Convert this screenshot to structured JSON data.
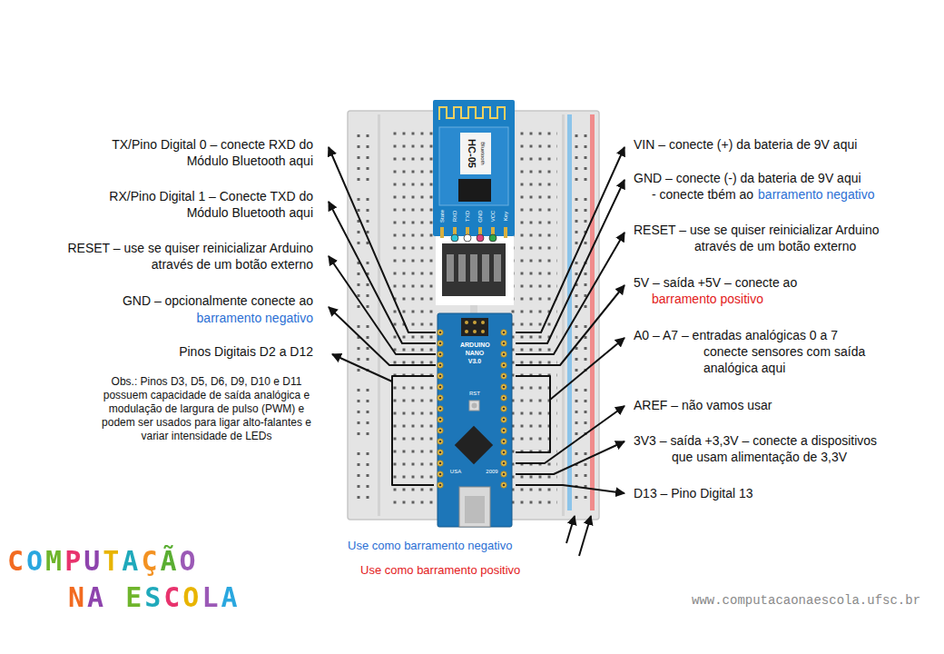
{
  "diagram": {
    "nodes": [
      {
        "text": [
          "HC-05",
          "Bluetooth",
          "State",
          "RXD",
          "TXD",
          "GND",
          "VCC",
          "Key"
        ]
      },
      {
        "text": [
          "ARDUINO NANO V3.0",
          "RST",
          "USA",
          "2009"
        ]
      }
    ],
    "labels": [
      "TX/Pino Digital 0 – conecte RXD do Módulo Bluetooth aqui",
      "RX/Pino Digital 1 – Conecte TXD do Módulo Bluetooth aqui",
      "RESET – use se quiser reinicializar Arduino através de um botão externo",
      "GND – opcionalmente conecte ao",
      "barramento negativo",
      "Pinos Digitais D2 a D12",
      "Obs.: Pinos D3, D5, D6, D9, D10 e D11 possuem capacidade de saída analógica e modulação de largura de pulso (PWM) e podem ser usados para ligar alto-falantes e variar intensidade de LEDs",
      "VIN – conecte (+) da bateria de 9V aqui",
      "GND – conecte (-) da bateria de 9V aqui",
      "- conecte tbém ao",
      "barramento negativo",
      "RESET – use se quiser reinicializar Arduino através de um botão externo",
      "5V – saída +5V – conecte ao",
      "barramento positivo",
      "A0 – A7 – entradas analógicas 0 a 7 conecte sensores com saída analógica aqui",
      "AREF – não vamos usar",
      "3V3 – saída +3,3V – conecte a dispositivos que usam alimentação de 3,3V",
      "D13 – Pino Digital 13",
      "Use como barramento negativo",
      "Use como barramento positivo",
      "COMPUTAÇÃO",
      "NA ESCOLA",
      "www.computacaonaescola.ufsc.br"
    ]
  }
}
